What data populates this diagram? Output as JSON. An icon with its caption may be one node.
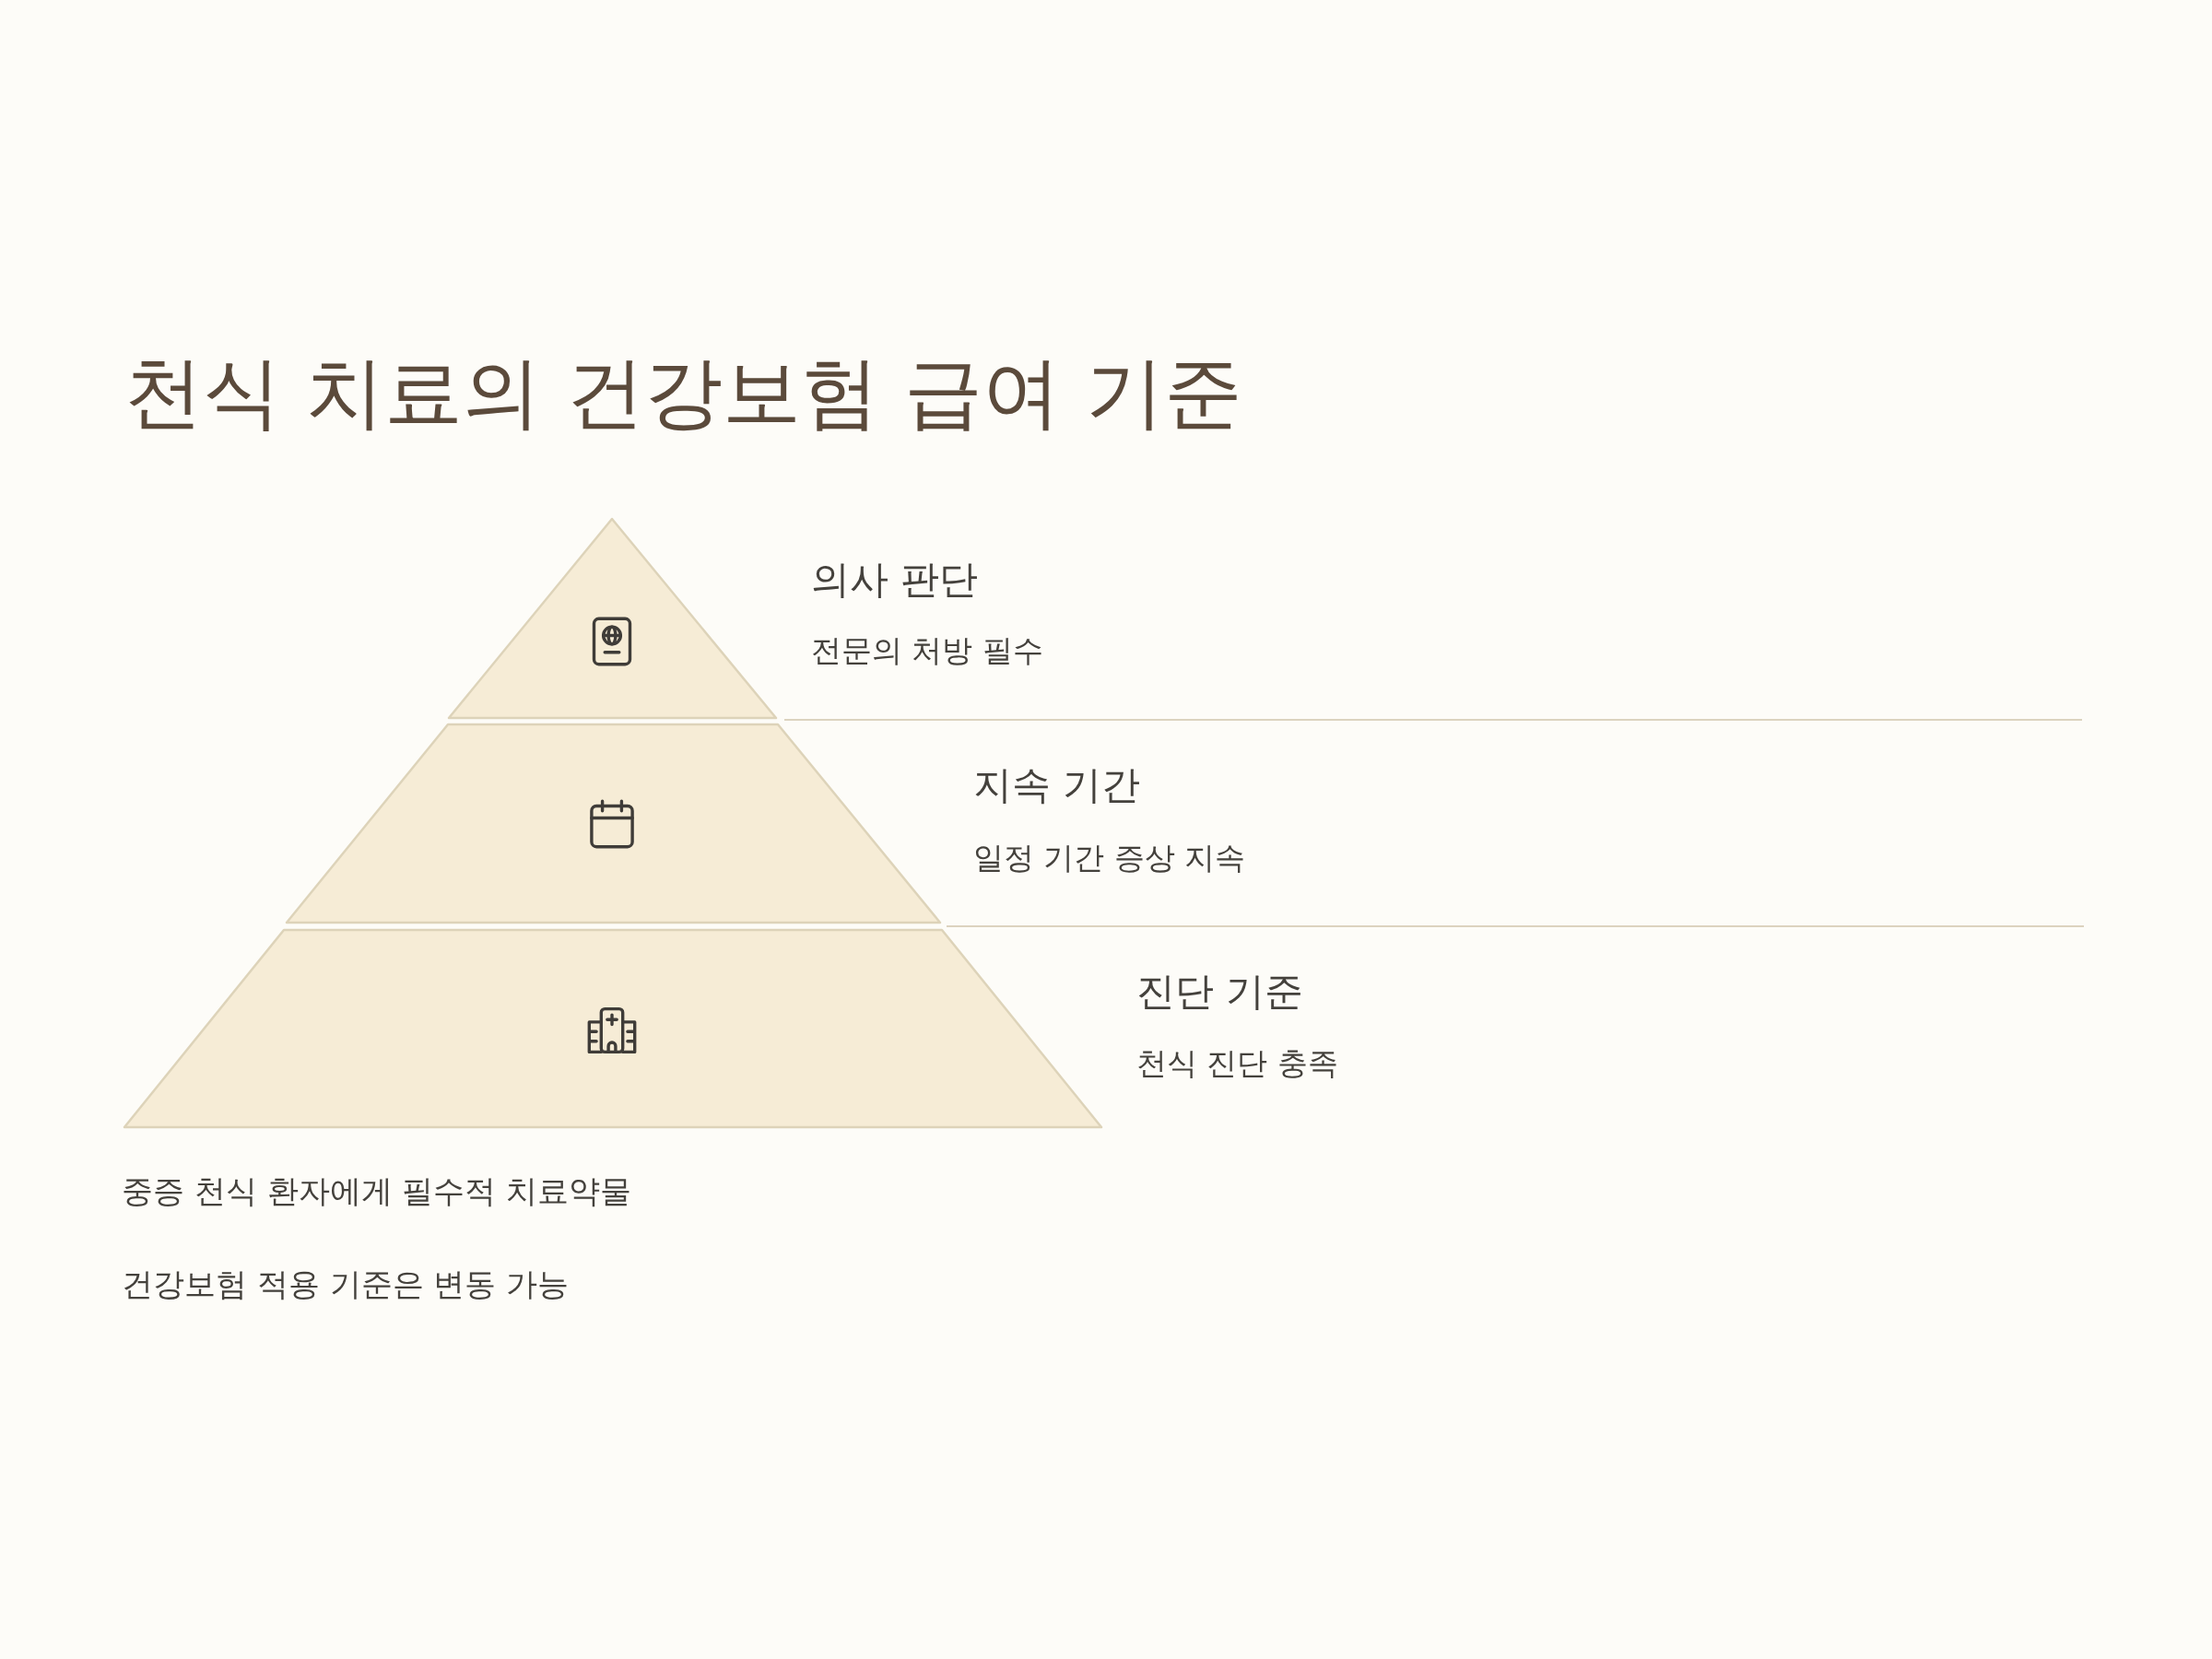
{
  "diagram": {
    "title": "천식 치료의 건강보험 급여 기준",
    "nodes": [
      {
        "text": [
          "의사 판단",
          "전문의 처방 필수"
        ]
      },
      {
        "text": [
          "지속 기간",
          "일정 기간 증상 지속"
        ]
      },
      {
        "text": [
          "진단 기준",
          "천식 진단 충족"
        ]
      }
    ],
    "labels": [
      "중증 천식 환자에게 필수적 치료약물",
      "건강보험 적용 기준은 변동 가능"
    ]
  }
}
